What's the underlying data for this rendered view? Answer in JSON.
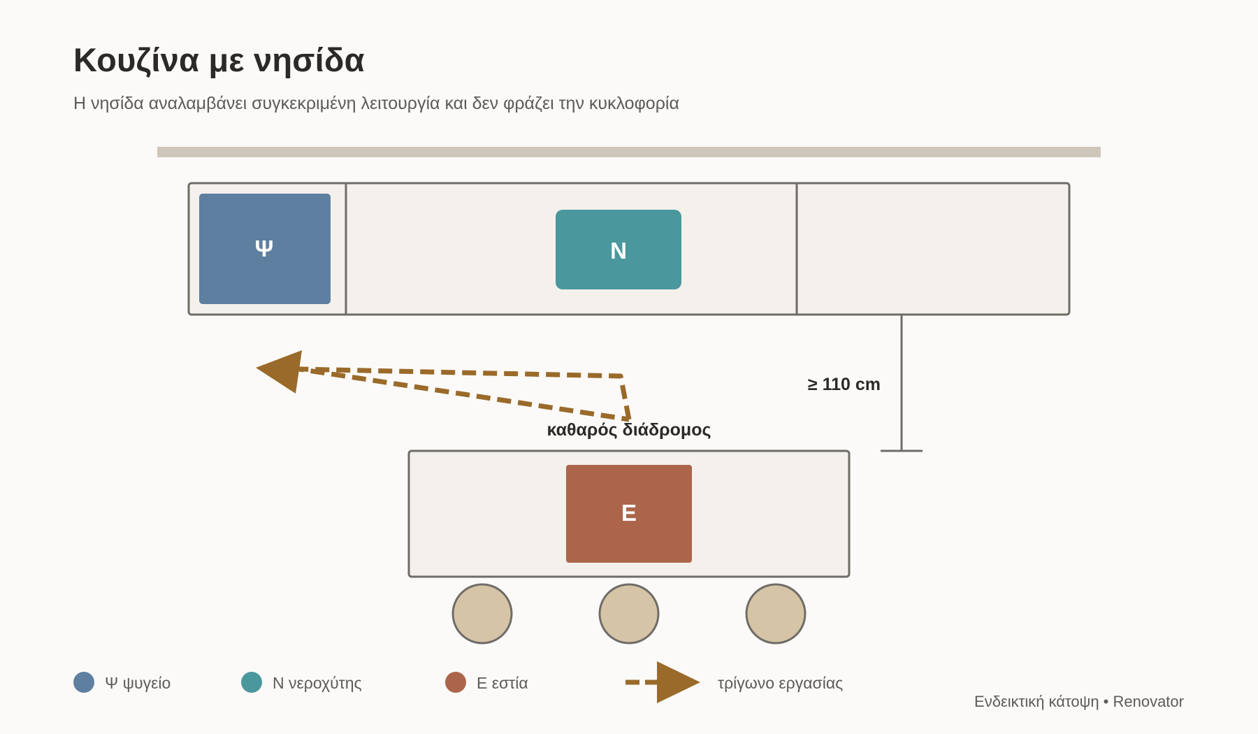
{
  "header": {
    "title": "Κουζίνα με νησίδα",
    "subtitle": "Η νησίδα αναλαμβάνει συγκεκριμένη λειτουργία και δεν φράζει την κυκλοφορία"
  },
  "plan": {
    "fridge_label": "Ψ",
    "sink_label": "Ν",
    "stove_label": "Ε",
    "clearance_label": "≥ 110 cm",
    "aisle_label": "καθαρός διάδρομος"
  },
  "legend": {
    "fridge": "Ψ ψυγείο",
    "sink": "Ν νεροχύτης",
    "stove": "Ε εστία",
    "work_triangle": "τρίγωνο εργασίας"
  },
  "footer": "Ενδεικτική κάτοψη • Renovator",
  "colors": {
    "fridge": "#5f7fa0",
    "sink": "#4a979d",
    "stove": "#ac654a",
    "triangle": "#9a6a2a",
    "counter": "#f4f1ec",
    "outline": "#6f6c68",
    "wall": "#cfc6bb",
    "stool": "#d6c4a6"
  }
}
